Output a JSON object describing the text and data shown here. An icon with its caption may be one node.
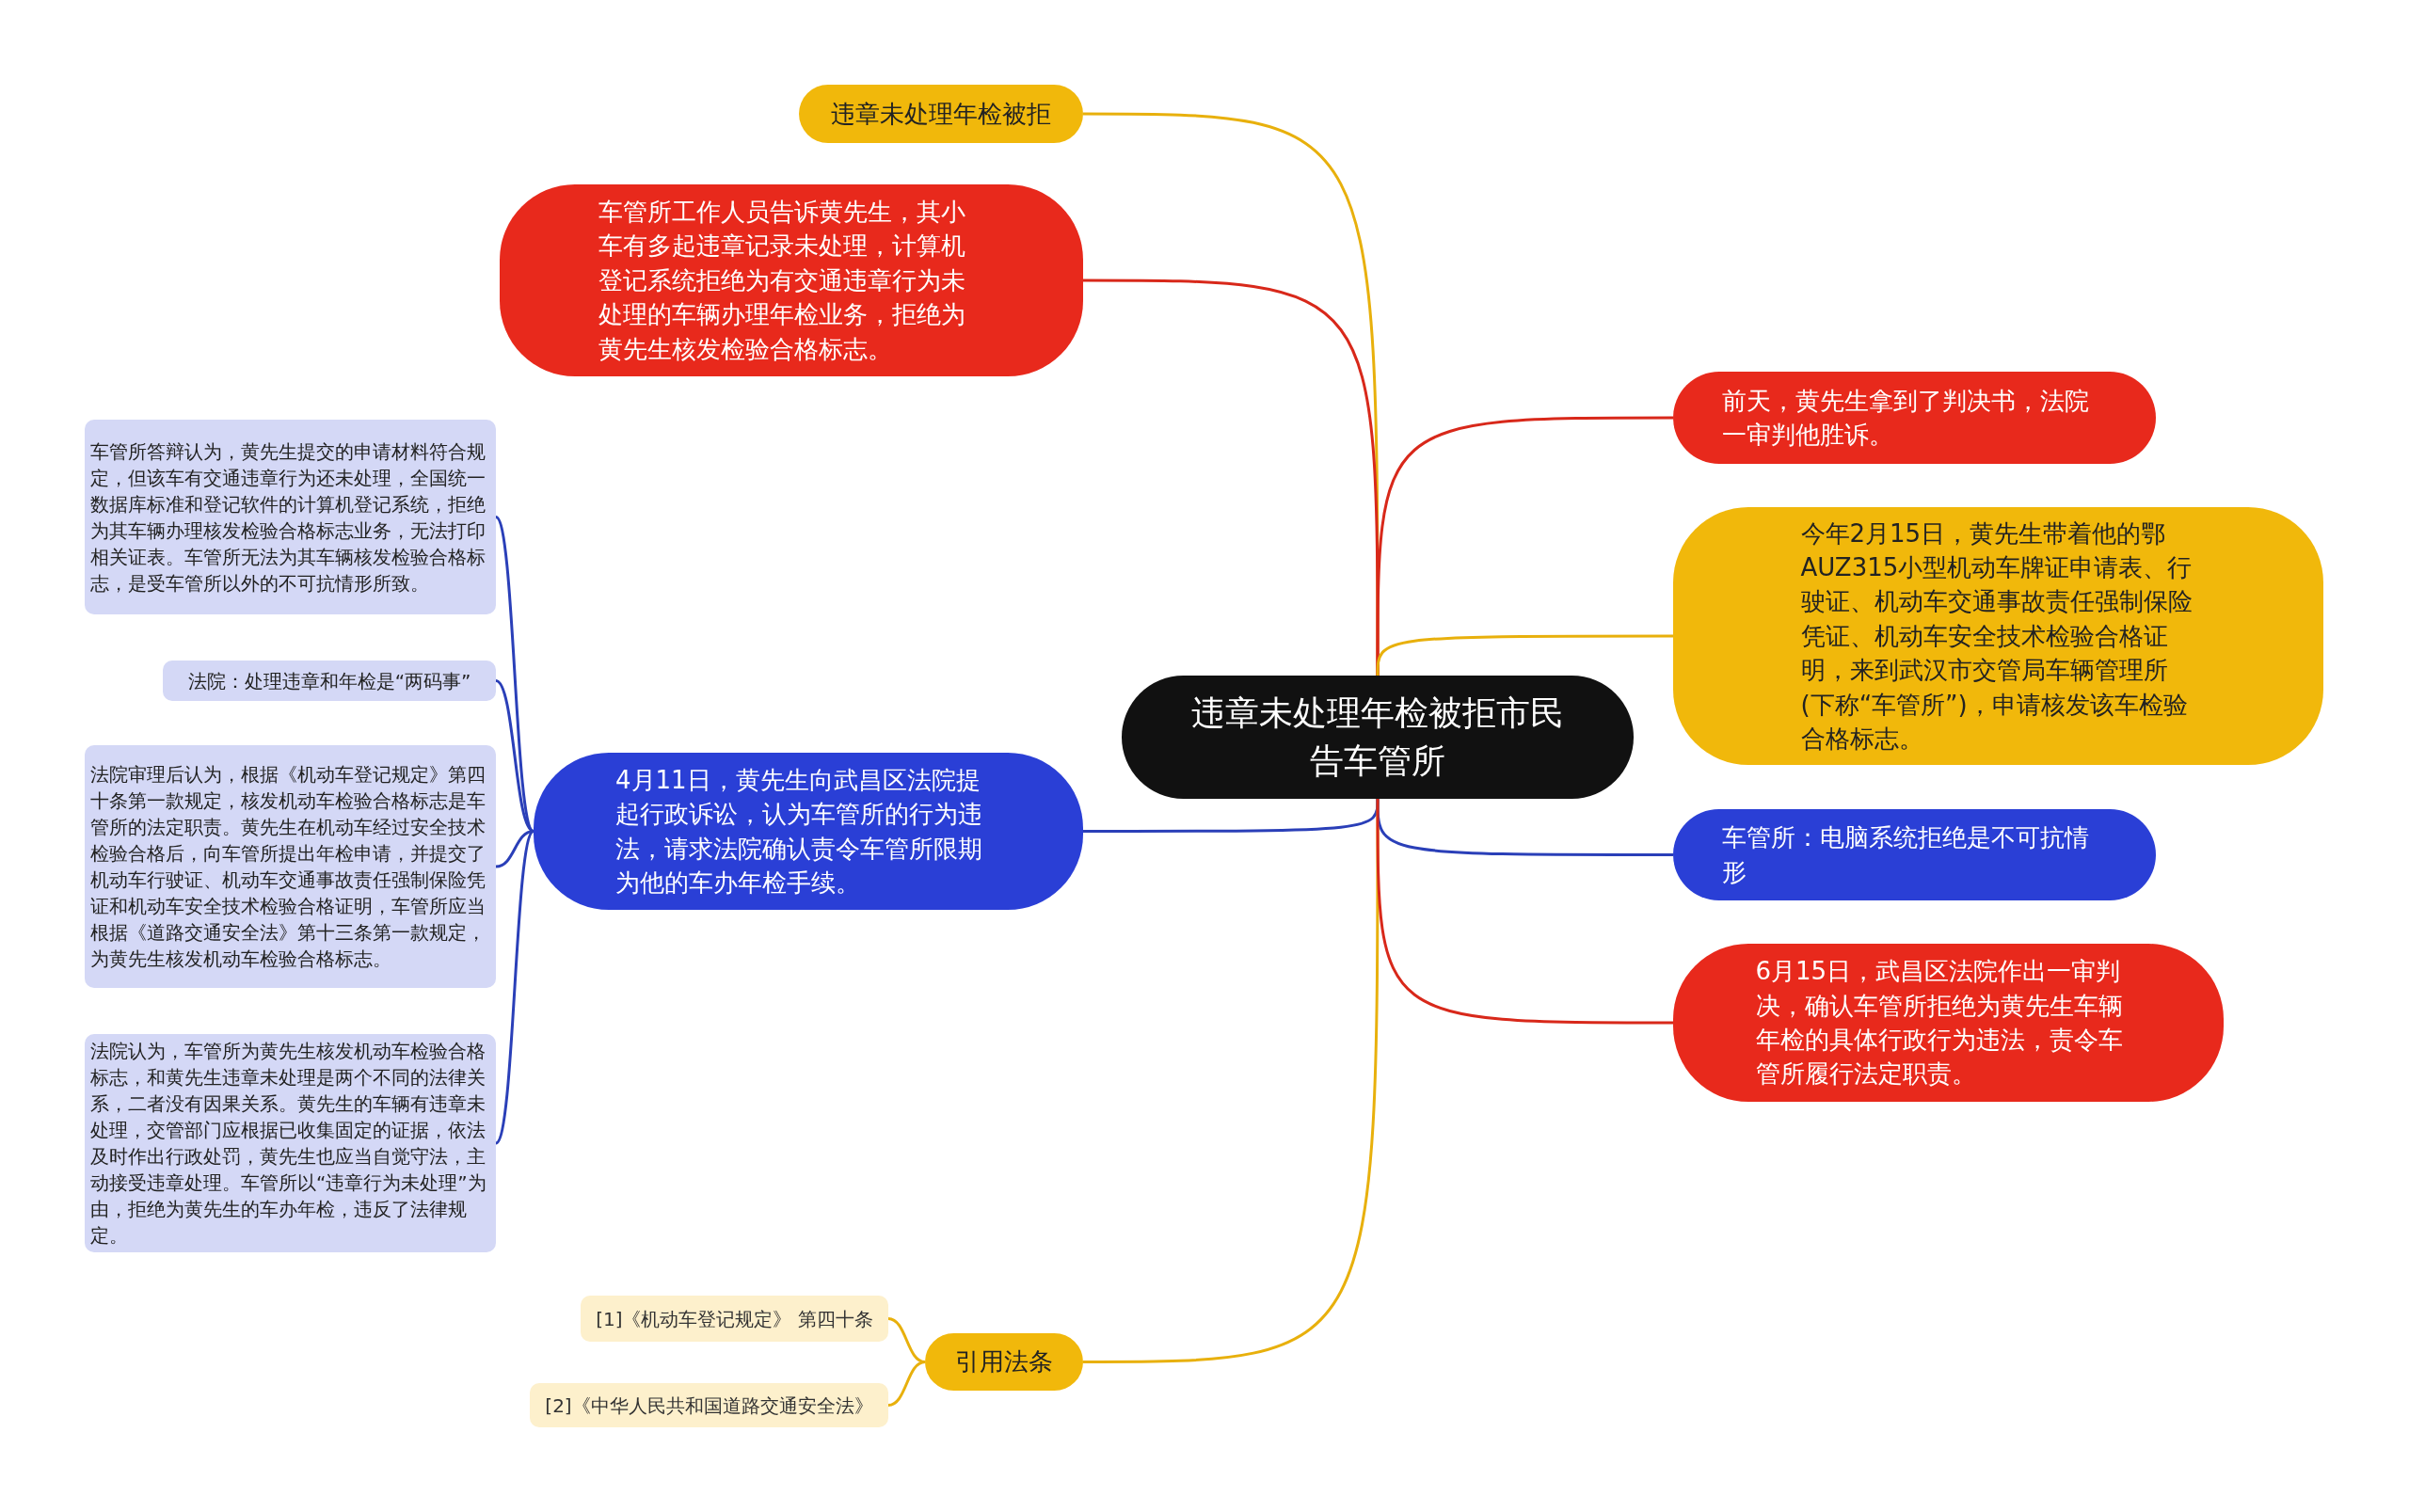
{
  "diagram": {
    "nodes": [
      {
        "text": [
          "违章未处理年检被拒市民告车管所"
        ]
      },
      {
        "text": [
          "违章未处理年检被拒"
        ]
      },
      {
        "text": [
          "车管所工作人员告诉黄先生，其小车有多起违章记录未处理，计算机登记系统拒绝为有交通违章行为未处理的车辆办理年检业务，拒绝为黄先生核发检验合格标志。"
        ]
      },
      {
        "text": [
          "4月11日，黄先生向武昌区法院提起行政诉讼，认为车管所的行为违法，请求法院确认责令车管所限期为他的车办年检手续。"
        ]
      },
      {
        "text": [
          "车管所答辩认为，黄先生提交的申请材料符合规定，但该车有交通违章行为还未处理，全国统一数据库标准和登记软件的计算机登记系统，拒绝为其车辆办理核发检验合格标志业务，无法打印相关证表。车管所无法为其车辆核发检验合格标志，是受车管所以外的不可抗情形所致。"
        ]
      },
      {
        "text": [
          "法院：处理违章和年检是“两码事”"
        ]
      },
      {
        "text": [
          "法院审理后认为，根据《机动车登记规定》第四十条第一款规定，核发机动车检验合格标志是车管所的法定职责。黄先生在机动车经过安全技术检验合格后，向车管所提出年检申请，并提交了机动车行驶证、机动车交通事故责任强制保险凭证和机动车安全技术检验合格证明，车管所应当根据《道路交通安全法》第十三条第一款规定，为黄先生核发机动车检验合格标志。"
        ]
      },
      {
        "text": [
          "法院认为，车管所为黄先生核发机动车检验合格标志，和黄先生违章未处理是两个不同的法律关系，二者没有因果关系。黄先生的车辆有违章未处理，交管部门应根据已收集固定的证据，依法及时作出行政处罚，黄先生也应当自觉守法，主动接受违章处理。车管所以“违章行为未处理”为由，拒绝为黄先生的车办年检，违反了法律规定。"
        ]
      },
      {
        "text": [
          "引用法条"
        ]
      },
      {
        "text": [
          "[1]《机动车登记规定》 第四十条"
        ]
      },
      {
        "text": [
          "[2]《中华人民共和国道路交通安全法》"
        ]
      },
      {
        "text": [
          "前天，黄先生拿到了判决书，法院一审判他胜诉。"
        ]
      },
      {
        "text": [
          "今年2月15日，黄先生带着他的鄂AUZ315小型机动车牌证申请表、行驶证、机动车交通事故责任强制保险凭证、机动车安全技术检验合格证明，来到武汉市交管局车辆管理所(下称“车管所”)，申请核发该车检验合格标志。"
        ]
      },
      {
        "text": [
          "车管所：电脑系统拒绝是不可抗情形"
        ]
      },
      {
        "text": [
          "6月15日，武昌区法院作出一审判决，确认车管所拒绝为黄先生车辆年检的具体行政行为违法，责令车管所履行法定职责。"
        ]
      }
    ],
    "edges": [
      {
        "from": 0,
        "to": 1,
        "arrow": "none",
        "color": "#e8b00c"
      },
      {
        "from": 0,
        "to": 2,
        "arrow": "none",
        "color": "#d8281a"
      },
      {
        "from": 0,
        "to": 3,
        "arrow": "none",
        "color": "#2a3fb8"
      },
      {
        "from": 3,
        "to": 4,
        "arrow": "none",
        "color": "#2a3fb8"
      },
      {
        "from": 3,
        "to": 5,
        "arrow": "none",
        "color": "#2a3fb8"
      },
      {
        "from": 3,
        "to": 6,
        "arrow": "none",
        "color": "#2a3fb8"
      },
      {
        "from": 3,
        "to": 7,
        "arrow": "none",
        "color": "#2a3fb8"
      },
      {
        "from": 0,
        "to": 8,
        "arrow": "none",
        "color": "#e8b00c"
      },
      {
        "from": 8,
        "to": 9,
        "arrow": "none",
        "color": "#e8b00c"
      },
      {
        "from": 8,
        "to": 10,
        "arrow": "none",
        "color": "#e8b00c"
      },
      {
        "from": 0,
        "to": 11,
        "arrow": "none",
        "color": "#d8281a"
      },
      {
        "from": 0,
        "to": 12,
        "arrow": "none",
        "color": "#e8b00c"
      },
      {
        "from": 0,
        "to": 13,
        "arrow": "none",
        "color": "#2a3fb8"
      },
      {
        "from": 0,
        "to": 14,
        "arrow": "none",
        "color": "#d8281a"
      }
    ]
  }
}
